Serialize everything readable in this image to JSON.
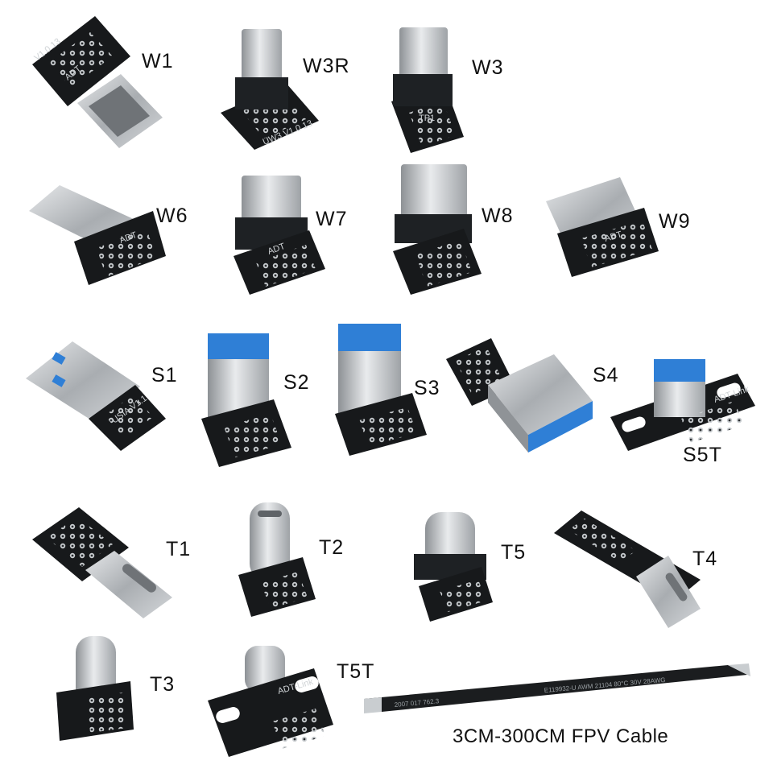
{
  "labels": {
    "W1": "W1",
    "W3R": "W3R",
    "W3": "W3",
    "W6": "W6",
    "W7": "W7",
    "W8": "W8",
    "W9": "W9",
    "S1": "S1",
    "S2": "S2",
    "S3": "S3",
    "S4": "S4",
    "S5T": "S5T",
    "T1": "T1",
    "T2": "T2",
    "T5": "T5",
    "T4": "T4",
    "T3": "T3",
    "T5T": "T5T",
    "cable": "3CM-300CM FPV Cable"
  },
  "board_marks": {
    "adt": "ADT",
    "adt_link": "ADT-Link",
    "w1_ver": "V1.0 13",
    "w3r_ver": "UW3 V1.0 13",
    "s1_ver": "USIA V1.1",
    "tp1": "TP1",
    "pin_13": "13"
  },
  "cable_print": {
    "left": "2007 017 762.3",
    "right": "E119932-U  AWM 21104 80°C 30V 28AWG"
  },
  "colors": {
    "pcb": "#17191b",
    "metal": "#b8bcc0",
    "usb3_blue": "#2f7fd6",
    "background": "#ffffff"
  }
}
